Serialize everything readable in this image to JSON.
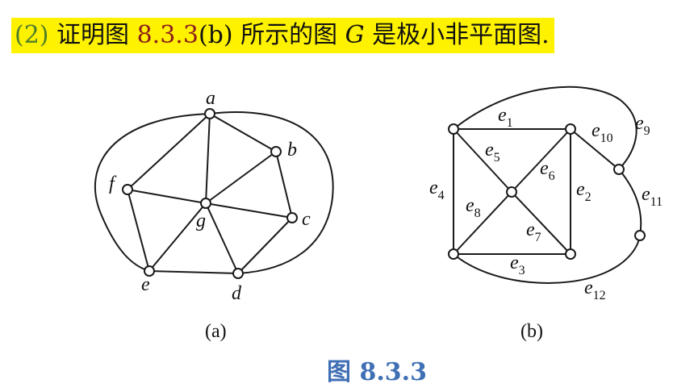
{
  "problem": {
    "number": "(2)",
    "text_before": "证明图",
    "figure_ref": "8.3.3",
    "text_mid": "(b) 所示的图",
    "graph_var": "G",
    "text_after": "是极小非平面图."
  },
  "figure_a": {
    "caption": "(a)",
    "vertex_labels": {
      "a": "a",
      "b": "b",
      "c": "c",
      "d": "d",
      "e": "e",
      "f": "f",
      "g": "g"
    }
  },
  "figure_b": {
    "caption": "(b)",
    "edge_labels": [
      {
        "letter": "e",
        "index": "1"
      },
      {
        "letter": "e",
        "index": "2"
      },
      {
        "letter": "e",
        "index": "3"
      },
      {
        "letter": "e",
        "index": "4"
      },
      {
        "letter": "e",
        "index": "5"
      },
      {
        "letter": "e",
        "index": "6"
      },
      {
        "letter": "e",
        "index": "7"
      },
      {
        "letter": "e",
        "index": "8"
      },
      {
        "letter": "e",
        "index": "9"
      },
      {
        "letter": "e",
        "index": "10"
      },
      {
        "letter": "e",
        "index": "11"
      },
      {
        "letter": "e",
        "index": "12"
      }
    ]
  },
  "figure_caption": "图 8.3.3"
}
